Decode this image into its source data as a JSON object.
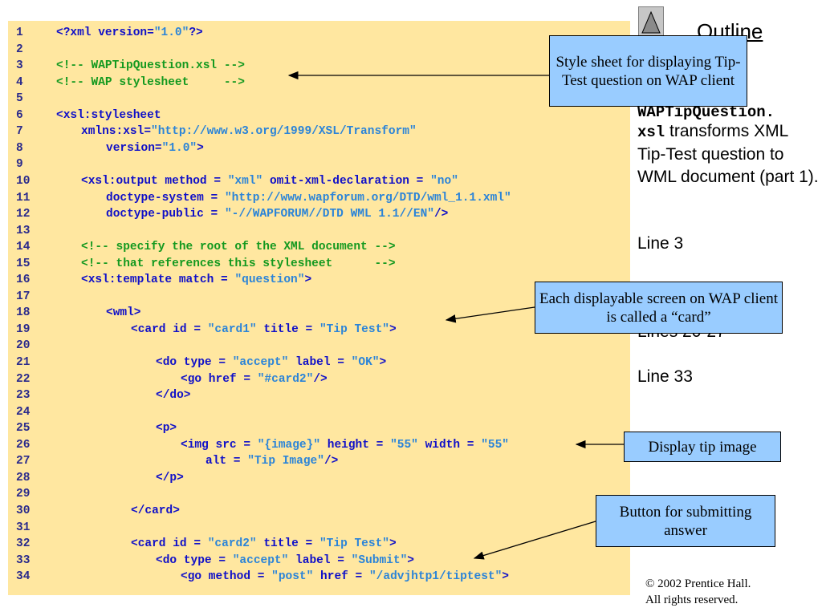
{
  "outline": {
    "title": "Outline"
  },
  "sidebar": {
    "filename": "WAPTipQuestion.",
    "ext": "xsl",
    "description_rest": " transforms XML Tip-Test question to WML document (part 1).",
    "refs": [
      "Line 3",
      "Lines 20-27",
      "Line 33"
    ]
  },
  "callouts": [
    {
      "text": "Style sheet for displaying Tip-Test question on WAP client"
    },
    {
      "text": "Each displayable screen on WAP client is called a “card”"
    },
    {
      "text": "Display tip image"
    },
    {
      "text": "Button for submitting answer"
    }
  ],
  "copyright": {
    "line1": "© 2002 Prentice Hall.",
    "line2": "All rights reserved."
  },
  "code_lines": [
    {
      "n": "1",
      "indent": 0,
      "tokens": [
        [
          "tag",
          "<?xml version="
        ],
        [
          "str",
          "\"1.0\""
        ],
        [
          "tag",
          "?>"
        ]
      ]
    },
    {
      "n": "2",
      "indent": 0,
      "tokens": []
    },
    {
      "n": "3",
      "indent": 0,
      "tokens": [
        [
          "com",
          "<!-- WAPTipQuestion.xsl -->"
        ]
      ]
    },
    {
      "n": "4",
      "indent": 0,
      "tokens": [
        [
          "com",
          "<!-- WAP stylesheet     -->"
        ]
      ]
    },
    {
      "n": "5",
      "indent": 0,
      "tokens": []
    },
    {
      "n": "6",
      "indent": 0,
      "tokens": [
        [
          "tag",
          "<xsl:stylesheet"
        ]
      ]
    },
    {
      "n": "7",
      "indent": 1,
      "tokens": [
        [
          "tag",
          "xmlns:xsl="
        ],
        [
          "str",
          "\"http://www.w3.org/1999/XSL/Transform\""
        ]
      ]
    },
    {
      "n": "8",
      "indent": 2,
      "tokens": [
        [
          "tag",
          "version="
        ],
        [
          "str",
          "\"1.0\""
        ],
        [
          "tag",
          ">"
        ]
      ]
    },
    {
      "n": "9",
      "indent": 0,
      "tokens": []
    },
    {
      "n": "10",
      "indent": 1,
      "tokens": [
        [
          "tag",
          "<xsl:output method = "
        ],
        [
          "str",
          "\"xml\""
        ],
        [
          "tag",
          " omit-xml-declaration = "
        ],
        [
          "str",
          "\"no\""
        ]
      ]
    },
    {
      "n": "11",
      "indent": 2,
      "tokens": [
        [
          "tag",
          "doctype-system = "
        ],
        [
          "str",
          "\"http://www.wapforum.org/DTD/wml_1.1.xml\""
        ]
      ]
    },
    {
      "n": "12",
      "indent": 2,
      "tokens": [
        [
          "tag",
          "doctype-public = "
        ],
        [
          "str",
          "\"-//WAPFORUM//DTD WML 1.1//EN\""
        ],
        [
          "tag",
          "/>"
        ]
      ]
    },
    {
      "n": "13",
      "indent": 0,
      "tokens": []
    },
    {
      "n": "14",
      "indent": 1,
      "tokens": [
        [
          "com",
          "<!-- specify the root of the XML document -->"
        ]
      ]
    },
    {
      "n": "15",
      "indent": 1,
      "tokens": [
        [
          "com",
          "<!-- that references this stylesheet      -->"
        ]
      ]
    },
    {
      "n": "16",
      "indent": 1,
      "tokens": [
        [
          "tag",
          "<xsl:template match = "
        ],
        [
          "str",
          "\"question\""
        ],
        [
          "tag",
          ">"
        ]
      ]
    },
    {
      "n": "17",
      "indent": 0,
      "tokens": []
    },
    {
      "n": "18",
      "indent": 2,
      "tokens": [
        [
          "tag",
          "<wml>"
        ]
      ]
    },
    {
      "n": "19",
      "indent": 3,
      "tokens": [
        [
          "tag",
          "<card id = "
        ],
        [
          "str",
          "\"card1\""
        ],
        [
          "tag",
          " title = "
        ],
        [
          "str",
          "\"Tip Test\""
        ],
        [
          "tag",
          ">"
        ]
      ]
    },
    {
      "n": "20",
      "indent": 0,
      "tokens": []
    },
    {
      "n": "21",
      "indent": 4,
      "tokens": [
        [
          "tag",
          "<do type = "
        ],
        [
          "str",
          "\"accept\""
        ],
        [
          "tag",
          " label = "
        ],
        [
          "str",
          "\"OK\""
        ],
        [
          "tag",
          ">"
        ]
      ]
    },
    {
      "n": "22",
      "indent": 5,
      "tokens": [
        [
          "tag",
          "<go href = "
        ],
        [
          "str",
          "\"#card2\""
        ],
        [
          "tag",
          "/>"
        ]
      ]
    },
    {
      "n": "23",
      "indent": 4,
      "tokens": [
        [
          "tag",
          "</do>"
        ]
      ]
    },
    {
      "n": "24",
      "indent": 0,
      "tokens": []
    },
    {
      "n": "25",
      "indent": 4,
      "tokens": [
        [
          "tag",
          "<p>"
        ]
      ]
    },
    {
      "n": "26",
      "indent": 5,
      "tokens": [
        [
          "tag",
          "<img src = "
        ],
        [
          "str",
          "\"{image}\""
        ],
        [
          "tag",
          " height = "
        ],
        [
          "str",
          "\"55\""
        ],
        [
          "tag",
          " width = "
        ],
        [
          "str",
          "\"55\""
        ]
      ]
    },
    {
      "n": "27",
      "indent": 6,
      "tokens": [
        [
          "tag",
          "alt = "
        ],
        [
          "str",
          "\"Tip Image\""
        ],
        [
          "tag",
          "/>"
        ]
      ]
    },
    {
      "n": "28",
      "indent": 4,
      "tokens": [
        [
          "tag",
          "</p>"
        ]
      ]
    },
    {
      "n": "29",
      "indent": 0,
      "tokens": []
    },
    {
      "n": "30",
      "indent": 3,
      "tokens": [
        [
          "tag",
          "</card>"
        ]
      ]
    },
    {
      "n": "31",
      "indent": 0,
      "tokens": []
    },
    {
      "n": "32",
      "indent": 3,
      "tokens": [
        [
          "tag",
          "<card id = "
        ],
        [
          "str",
          "\"card2\""
        ],
        [
          "tag",
          " title = "
        ],
        [
          "str",
          "\"Tip Test\""
        ],
        [
          "tag",
          ">"
        ]
      ]
    },
    {
      "n": "33",
      "indent": 4,
      "tokens": [
        [
          "tag",
          "<do type = "
        ],
        [
          "str",
          "\"accept\""
        ],
        [
          "tag",
          " label = "
        ],
        [
          "str",
          "\"Submit\""
        ],
        [
          "tag",
          ">"
        ]
      ]
    },
    {
      "n": "34",
      "indent": 5,
      "tokens": [
        [
          "tag",
          "<go method = "
        ],
        [
          "str",
          "\"post\""
        ],
        [
          "tag",
          " href = "
        ],
        [
          "str",
          "\"/advjhtp1/tiptest\""
        ],
        [
          "tag",
          ">"
        ]
      ]
    }
  ]
}
